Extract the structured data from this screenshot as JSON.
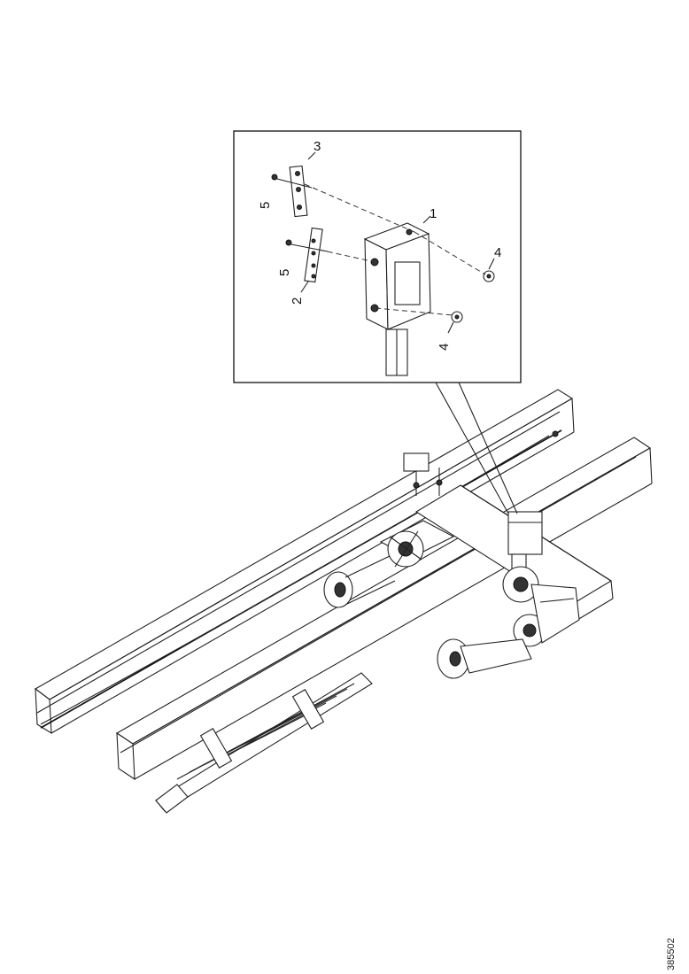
{
  "detail_callouts": [
    {
      "id": "c1",
      "label": "1"
    },
    {
      "id": "c2",
      "label": "2"
    },
    {
      "id": "c3",
      "label": "3"
    },
    {
      "id": "c4a",
      "label": "4"
    },
    {
      "id": "c4b",
      "label": "4"
    },
    {
      "id": "c5a",
      "label": "5"
    },
    {
      "id": "c5b",
      "label": "5"
    }
  ],
  "figure_id": "385502"
}
